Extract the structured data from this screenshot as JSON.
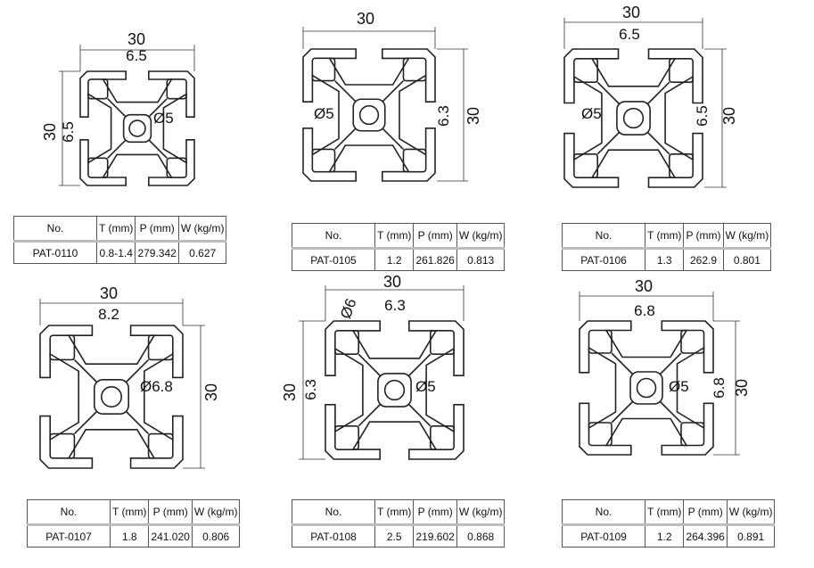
{
  "table_headers": {
    "no": "No.",
    "t": "T (mm)",
    "p": "P (mm)",
    "w": "W (kg/m)"
  },
  "profiles": [
    {
      "no": "PAT-0110",
      "t": "0.8-1.4",
      "p": "279.342",
      "w": "0.627",
      "dims": {
        "width": "30",
        "slot_top": "6.5",
        "height": "30",
        "slot_side": "6.5",
        "hole": "Ø5"
      }
    },
    {
      "no": "PAT-0105",
      "t": "1.2",
      "p": "261.826",
      "w": "0.813",
      "dims": {
        "width": "30",
        "height": "30",
        "slot_side": "6.3",
        "hole": "Ø5"
      }
    },
    {
      "no": "PAT-0106",
      "t": "1.3",
      "p": "262.9",
      "w": "0.801",
      "dims": {
        "width": "30",
        "slot_top": "6.5",
        "height": "30",
        "slot_side": "6.5",
        "hole": "Ø5"
      }
    },
    {
      "no": "PAT-0107",
      "t": "1.8",
      "p": "241.020",
      "w": "0.806",
      "dims": {
        "width": "30",
        "slot_top": "8.2",
        "height": "30",
        "hole": "Ø6.8"
      }
    },
    {
      "no": "PAT-0108",
      "t": "2.5",
      "p": "219.602",
      "w": "0.868",
      "dims": {
        "width": "30",
        "slot_top": "6.3",
        "height": "30",
        "slot_side": "6.3",
        "hole": "Ø5",
        "corner_hole": "Ø6"
      }
    },
    {
      "no": "PAT-0109",
      "t": "1.2",
      "p": "264.396",
      "w": "0.891",
      "dims": {
        "width": "30",
        "slot_top": "6.8",
        "height": "30",
        "slot_side": "6.8",
        "hole": "Ø5"
      }
    }
  ]
}
